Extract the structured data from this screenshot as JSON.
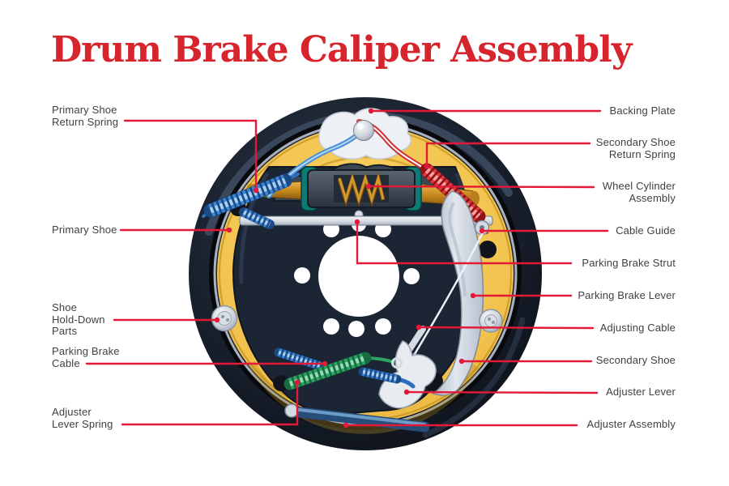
{
  "title": "Drum Brake Caliper Assembly",
  "diagram": {
    "subject": "drum-brake-assembly",
    "labels_left": [
      {
        "id": "primary-shoe-return-spring",
        "lines": [
          "Primary Shoe",
          "Return Spring"
        ]
      },
      {
        "id": "primary-shoe",
        "lines": [
          "Primary Shoe"
        ]
      },
      {
        "id": "shoe-hold-down-parts",
        "lines": [
          "Shoe",
          "Hold-Down",
          "Parts"
        ]
      },
      {
        "id": "parking-brake-cable",
        "lines": [
          "Parking Brake",
          "Cable"
        ]
      },
      {
        "id": "adjuster-lever-spring",
        "lines": [
          "Adjuster",
          "Lever Spring"
        ]
      }
    ],
    "labels_right": [
      {
        "id": "backing-plate",
        "lines": [
          "Backing Plate"
        ]
      },
      {
        "id": "secondary-shoe-return-spring",
        "lines": [
          "Secondary Shoe",
          "Return Spring"
        ]
      },
      {
        "id": "wheel-cylinder-assembly",
        "lines": [
          "Wheel Cylinder",
          "Assembly"
        ]
      },
      {
        "id": "cable-guide",
        "lines": [
          "Cable Guide"
        ]
      },
      {
        "id": "parking-brake-strut",
        "lines": [
          "Parking Brake Strut"
        ]
      },
      {
        "id": "parking-brake-lever",
        "lines": [
          "Parking Brake Lever"
        ]
      },
      {
        "id": "adjusting-cable",
        "lines": [
          "Adjusting Cable"
        ]
      },
      {
        "id": "secondary-shoe",
        "lines": [
          "Secondary Shoe"
        ]
      },
      {
        "id": "adjuster-lever",
        "lines": [
          "Adjuster Lever"
        ]
      },
      {
        "id": "adjuster-assembly",
        "lines": [
          "Adjuster Assembly"
        ]
      }
    ],
    "colors": {
      "title_red": "#d7252d",
      "leader_red": "#e41937",
      "label_gray": "#3e4144",
      "drum_dark": "#11161f",
      "backing_plate_yellow": "#f2c24d",
      "interior_navy": "#1b2533",
      "spring_blue": "#3f86d4",
      "spring_red": "#e03a40",
      "spring_green": "#2fa563",
      "cylinder_teal": "#0e7a75",
      "piston_gold": "#cf8d26",
      "hardware_silver": "#d6dce4",
      "adjuster_blue": "#274e78"
    }
  }
}
